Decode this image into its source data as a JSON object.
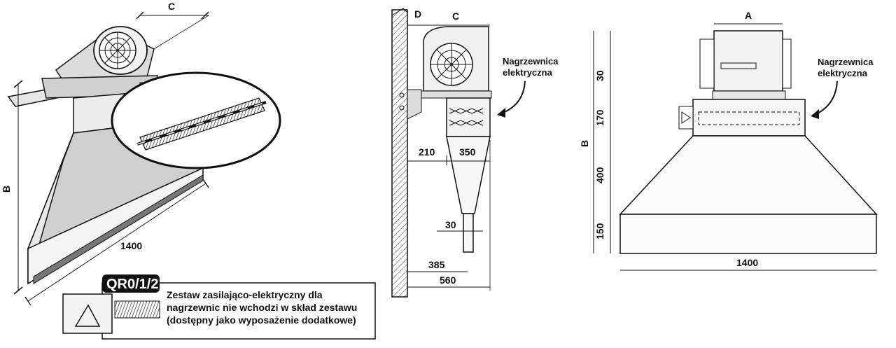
{
  "left_view": {
    "dim_c": "C",
    "dim_b": "B",
    "dim_width": "1400"
  },
  "side_view": {
    "dim_d": "D",
    "dim_c": "C",
    "heater_label_1": "Nagrzewnica",
    "heater_label_2": "elektryczna",
    "dim_210": "210",
    "dim_350": "350",
    "dim_30": "30",
    "dim_385": "385",
    "dim_560": "560"
  },
  "front_view": {
    "dim_a": "A",
    "dim_b": "B",
    "heater_label_1": "Nagrzewnica",
    "heater_label_2": "elektryczna",
    "dim_30": "30",
    "dim_170": "170",
    "dim_400": "400",
    "dim_150": "150",
    "dim_width": "1400"
  },
  "accessory": {
    "badge": "QR0/1/2",
    "note_line_1": "Zestaw zasilająco-elektryczny dla",
    "note_line_2": "nagrzewnic nie wchodzi w skład zestawu",
    "note_line_3": "(dostępny jako wyposażenie dodatkowe)"
  }
}
